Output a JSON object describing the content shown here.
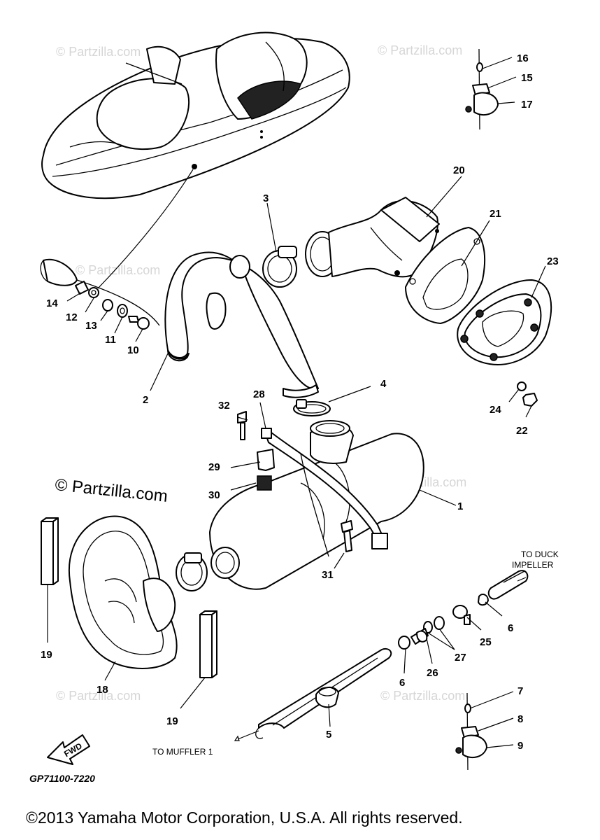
{
  "diagram_code": "GP71100-7220",
  "copyright": "©2013 Yamaha Motor Corporation, U.S.A. All rights reserved.",
  "watermark": "© Partzilla.com",
  "watermark_small": "© Partzilla.com",
  "labels": {
    "to_duck_line1": "TO DUCK",
    "to_duck_line2": "IMPELLER",
    "to_muffler": "TO MUFFLER 1",
    "fwd": "FWD"
  },
  "callouts": {
    "c1": "1",
    "c2": "2",
    "c3": "3",
    "c4": "4",
    "c5": "5",
    "c6a": "6",
    "c6b": "6",
    "c7": "7",
    "c8": "8",
    "c9": "9",
    "c10": "10",
    "c11": "11",
    "c12": "12",
    "c13": "13",
    "c14": "14",
    "c15": "15",
    "c16": "16",
    "c17": "17",
    "c18": "18",
    "c19a": "19",
    "c19b": "19",
    "c20": "20",
    "c21": "21",
    "c22": "22",
    "c23": "23",
    "c24": "24",
    "c25": "25",
    "c26": "26",
    "c27": "27",
    "c28": "28",
    "c29": "29",
    "c30": "30",
    "c31": "31",
    "c32": "32"
  }
}
